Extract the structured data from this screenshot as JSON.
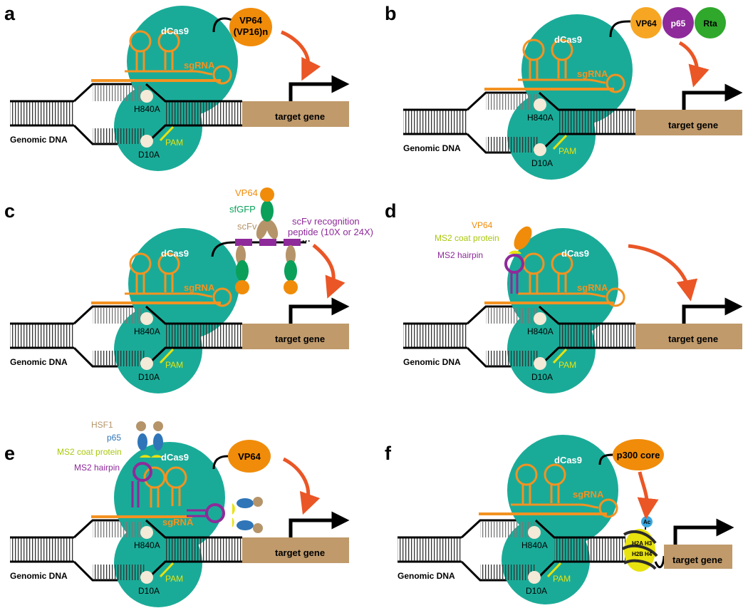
{
  "panels": [
    {
      "letter": "a",
      "effectors": [
        "VP64",
        "(VP16)n"
      ],
      "labels": {
        "dcas9": "dCas9",
        "sgrna": "sgRNA",
        "h840a": "H840A",
        "d10a": "D10A",
        "pam": "PAM",
        "target": "target gene",
        "genomic": "Genomic DNA"
      }
    },
    {
      "letter": "b",
      "effectors": [
        "VP64",
        "p65",
        "Rta"
      ],
      "labels": {
        "dcas9": "dCas9",
        "sgrna": "sgRNA",
        "h840a": "H840A",
        "d10a": "D10A",
        "pam": "PAM",
        "target": "target gene",
        "genomic": "Genomic DNA"
      }
    },
    {
      "letter": "c",
      "effector_labels": [
        "VP64",
        "sfGFP",
        "scFv",
        "scFv recognition",
        "peptide (10X or 24X)"
      ],
      "labels": {
        "dcas9": "dCas9",
        "sgrna": "sgRNA",
        "h840a": "H840A",
        "d10a": "D10A",
        "pam": "PAM",
        "target": "target gene",
        "genomic": "Genomic DNA"
      }
    },
    {
      "letter": "d",
      "effector_labels": [
        "VP64",
        "MS2 coat protein",
        "MS2 hairpin"
      ],
      "labels": {
        "dcas9": "dCas9",
        "sgrna": "sgRNA",
        "h840a": "H840A",
        "d10a": "D10A",
        "pam": "PAM",
        "target": "target gene",
        "genomic": "Genomic DNA"
      }
    },
    {
      "letter": "e",
      "effector_labels": [
        "HSF1",
        "p65",
        "MS2 coat protein",
        "MS2 hairpin",
        "VP64"
      ],
      "labels": {
        "dcas9": "dCas9",
        "sgrna": "sgRNA",
        "h840a": "H840A",
        "d10a": "D10A",
        "pam": "PAM",
        "target": "target gene",
        "genomic": "Genomic DNA"
      }
    },
    {
      "letter": "f",
      "effectors": [
        "p300 core"
      ],
      "histones": [
        "Ac",
        "H2A",
        "H3",
        "H2B",
        "H4"
      ],
      "labels": {
        "dcas9": "dCas9",
        "sgrna": "sgRNA",
        "h840a": "H840A",
        "d10a": "D10A",
        "pam": "PAM",
        "target": "target gene",
        "genomic": "Genomic DNA"
      }
    }
  ],
  "colors": {
    "cas9": "#1aab98",
    "rna": "#f39221",
    "effector_orange": "#f08c0a",
    "arrow": "#ea5626",
    "gene": "#c09a6b",
    "purple": "#8e2a9a",
    "yellow": "#e8e20f",
    "green": "#0aa05a",
    "blue": "#2f75b8",
    "tan": "#b5946a",
    "lime": "#aac80a"
  }
}
